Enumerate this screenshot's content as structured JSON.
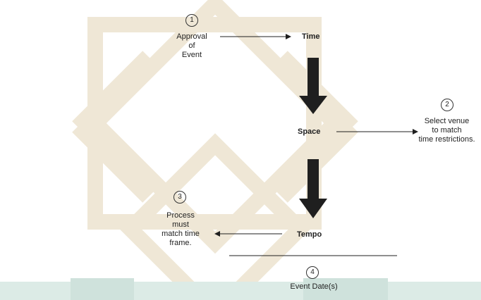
{
  "steps": [
    {
      "number": "1",
      "text": [
        "Approval",
        "of",
        "Event"
      ]
    },
    {
      "number": "2",
      "text": [
        "Select venue",
        "to match",
        "time restrictions."
      ]
    },
    {
      "number": "3",
      "text": [
        "Process",
        "must",
        "match time",
        "frame."
      ]
    },
    {
      "number": "4",
      "text": [
        "Event Date(s)"
      ]
    }
  ],
  "nodes": {
    "time": "Time",
    "space": "Space",
    "tempo": "Tempo"
  },
  "colors": {
    "background_pattern": "#efe7d6",
    "bottom_band": "#dcebe6",
    "ink": "#222222",
    "arrow": "#1f1f1f"
  }
}
